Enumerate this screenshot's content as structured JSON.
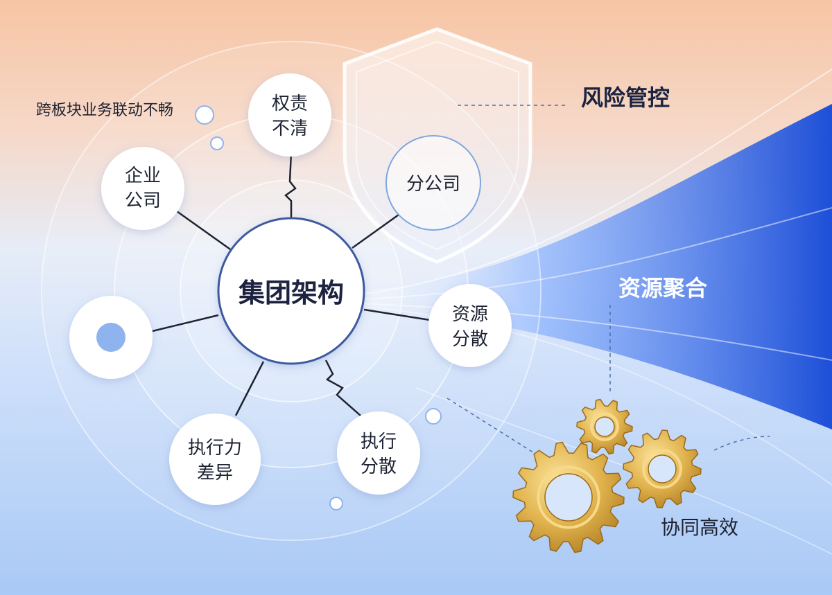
{
  "hub": {
    "label": "集团架构"
  },
  "nodes": {
    "enterprise": {
      "line1": "企业",
      "line2": "公司"
    },
    "rights": {
      "line1": "权责",
      "line2": "不清"
    },
    "branch": {
      "label": "分公司"
    },
    "resource": {
      "line1": "资源",
      "line2": "分散"
    },
    "execution_split": {
      "line1": "执行",
      "line2": "分散"
    },
    "execution_gap": {
      "line1": "执行力",
      "line2": "差异"
    }
  },
  "annotations": {
    "cross_sector": "跨板块业务联动不畅",
    "risk_control": "风险管控",
    "resource_aggregation": "资源聚合",
    "synergy": "协同高效"
  },
  "colors": {
    "hub_text": "#1a2440",
    "gold": "#d9a83a",
    "blue_stream": "#2f6bea",
    "node_fill": "#ffffff"
  },
  "icons": [
    "shield-icon",
    "gear-icon",
    "dot-icon"
  ]
}
